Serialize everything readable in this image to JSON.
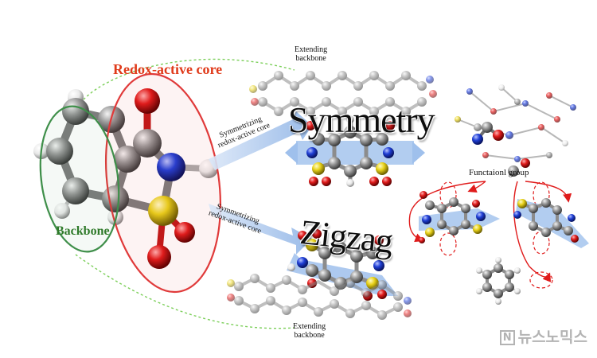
{
  "labels": {
    "redox_core": "Redox-active core",
    "backbone": "Backbone",
    "extending_top": [
      "Extending",
      "backbone"
    ],
    "extending_bottom": [
      "Extending",
      "backbone"
    ],
    "symmetry": "Symmetry",
    "zigzag": "Zigzag",
    "symmetrizing_top": [
      "Symmetrizing",
      "redox-active core"
    ],
    "symmetrizing_bottom": [
      "Symmetrizing",
      "redox-active core"
    ],
    "functional_group": "Functaionl group"
  },
  "watermark": {
    "badge": "N",
    "text": "뉴스노믹스"
  },
  "colors": {
    "redox_ring": "#e03a3a",
    "backbone_ring": "#3f8f4a",
    "dashed_connector": "#7ccf5a",
    "carbon": "#8c8c8c",
    "oxygen": "#e01b1b",
    "nitrogen": "#1f3fd6",
    "sulfur": "#e8d21a",
    "hydrogen": "#f2f2f2",
    "arrow_blue": "#8fb4e6",
    "red_arrow": "#e01b1b"
  }
}
